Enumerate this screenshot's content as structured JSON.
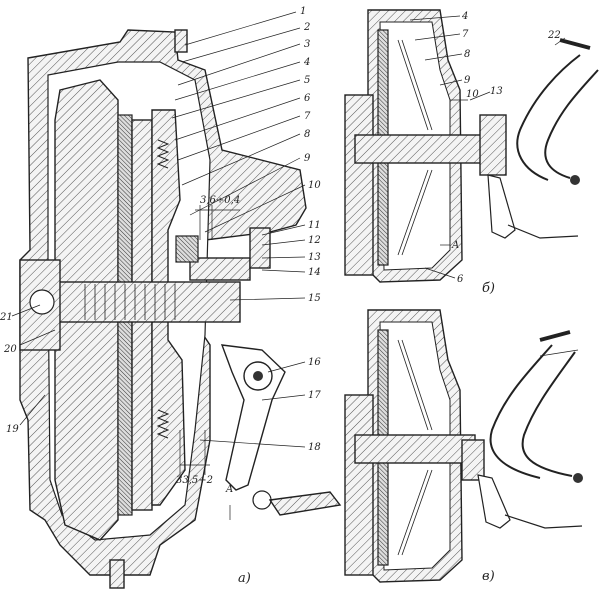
{
  "figure": {
    "callouts_a": [
      "1",
      "2",
      "3",
      "4",
      "5",
      "6",
      "7",
      "8",
      "9",
      "10",
      "11",
      "12",
      "13",
      "14",
      "15",
      "16",
      "17",
      "18",
      "19",
      "20",
      "21"
    ],
    "callouts_b": [
      "4",
      "7",
      "8",
      "9",
      "10",
      "13",
      "6",
      "A"
    ],
    "callout_b_pedal": "22",
    "dimensions": {
      "gap_top": "3,6÷0,4",
      "gap_bottom": "33,5÷2",
      "section_mark_a": "A"
    },
    "captions": {
      "a": "а)",
      "b": "б)",
      "c": "в)"
    }
  }
}
